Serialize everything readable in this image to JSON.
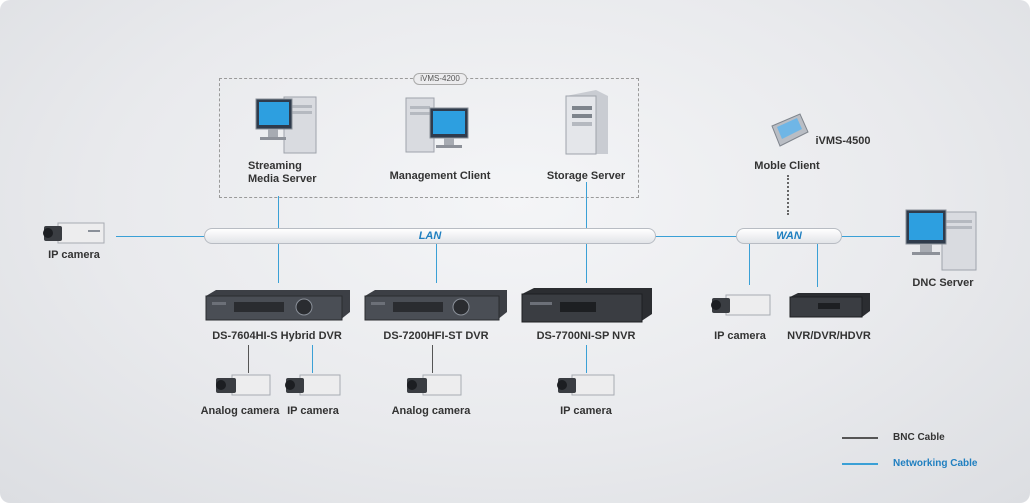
{
  "group": {
    "title": "iVMS-4200"
  },
  "buses": {
    "lan": "LAN",
    "wan": "WAN"
  },
  "devices": {
    "streaming_server": "Streaming Media Server",
    "management_client": "Management Client",
    "storage_server": "Storage Server",
    "ivms4500": "iVMS-4500",
    "mobile_client": "Moble Client",
    "ip_camera_left": "IP camera",
    "dnc_server": "DNC Server",
    "dvr1": "DS-7604HI-S Hybrid DVR",
    "dvr2": "DS-7200HFI-ST DVR",
    "nvr": "DS-7700NI-SP NVR",
    "wan_ip_camera": "IP camera",
    "wan_nvr": "NVR/DVR/HDVR",
    "dvr1_analog": "Analog camera",
    "dvr1_ip": "IP camera",
    "dvr2_analog": "Analog camera",
    "nvr_ip": "IP camera"
  },
  "legend": {
    "bnc": {
      "label": "BNC Cable",
      "color": "#555555"
    },
    "net": {
      "label": "Networking Cable",
      "color": "#3aa0d6"
    }
  },
  "colors": {
    "accent": "#1f7fc0",
    "network": "#3aa0d6",
    "bnc": "#555555"
  }
}
